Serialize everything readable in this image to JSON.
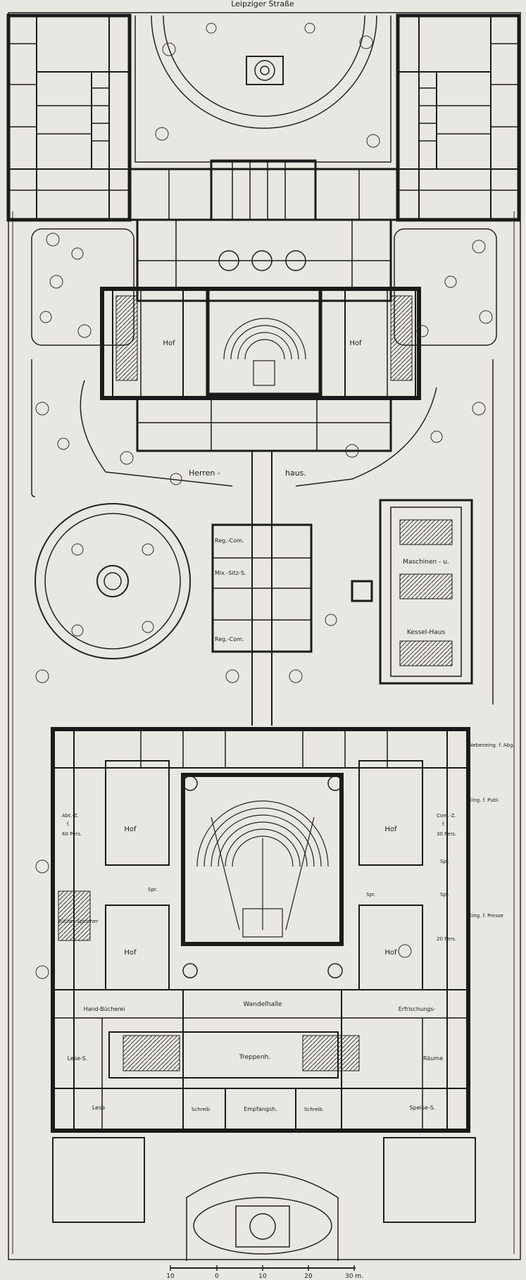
{
  "street": "Leipziger Straße",
  "labels": {
    "hof": "Hof",
    "herren": "Herren -",
    "haus": "haus.",
    "reg_com_top": "Reg.-Com.",
    "mix_sitz": "Mix.-Sitz-S.",
    "reg_com_bottom": "Reg.-Com.",
    "maschinen": "Maschinen - u.",
    "kessel": "Kessel-Haus",
    "nebeneing": "Nebeneing. f. Abg.",
    "eing_publ": "Eing. f. Publ.",
    "eing_presse": "Eing. f. Presse",
    "abt_z_left": "Abt.-Z.",
    "abt_f": "f.",
    "abt_pers": "60 Pers.",
    "com_z": "Com.-Z.",
    "com_f": "f.",
    "com_pers": "30 Pers.",
    "spr": "Spr.",
    "bucher_speicher": "Bücher-Speicher",
    "pers20": "20 Pers.",
    "wandelhalle": "Wandelhalle",
    "hand_bucherei": "Hand-Bücherei",
    "erfrischungs": "Erfrischungs-",
    "lese_s": "Lese-S.",
    "treppenh": "Treppenh.",
    "raume": "Räume",
    "lese": "Lese",
    "schreib": "Schreib",
    "empfangsh": "Empfangsh.",
    "speise_s": "Speise-S."
  },
  "scale": {
    "ticks": [
      "10",
      "0",
      "10",
      "20",
      "30 m."
    ]
  }
}
